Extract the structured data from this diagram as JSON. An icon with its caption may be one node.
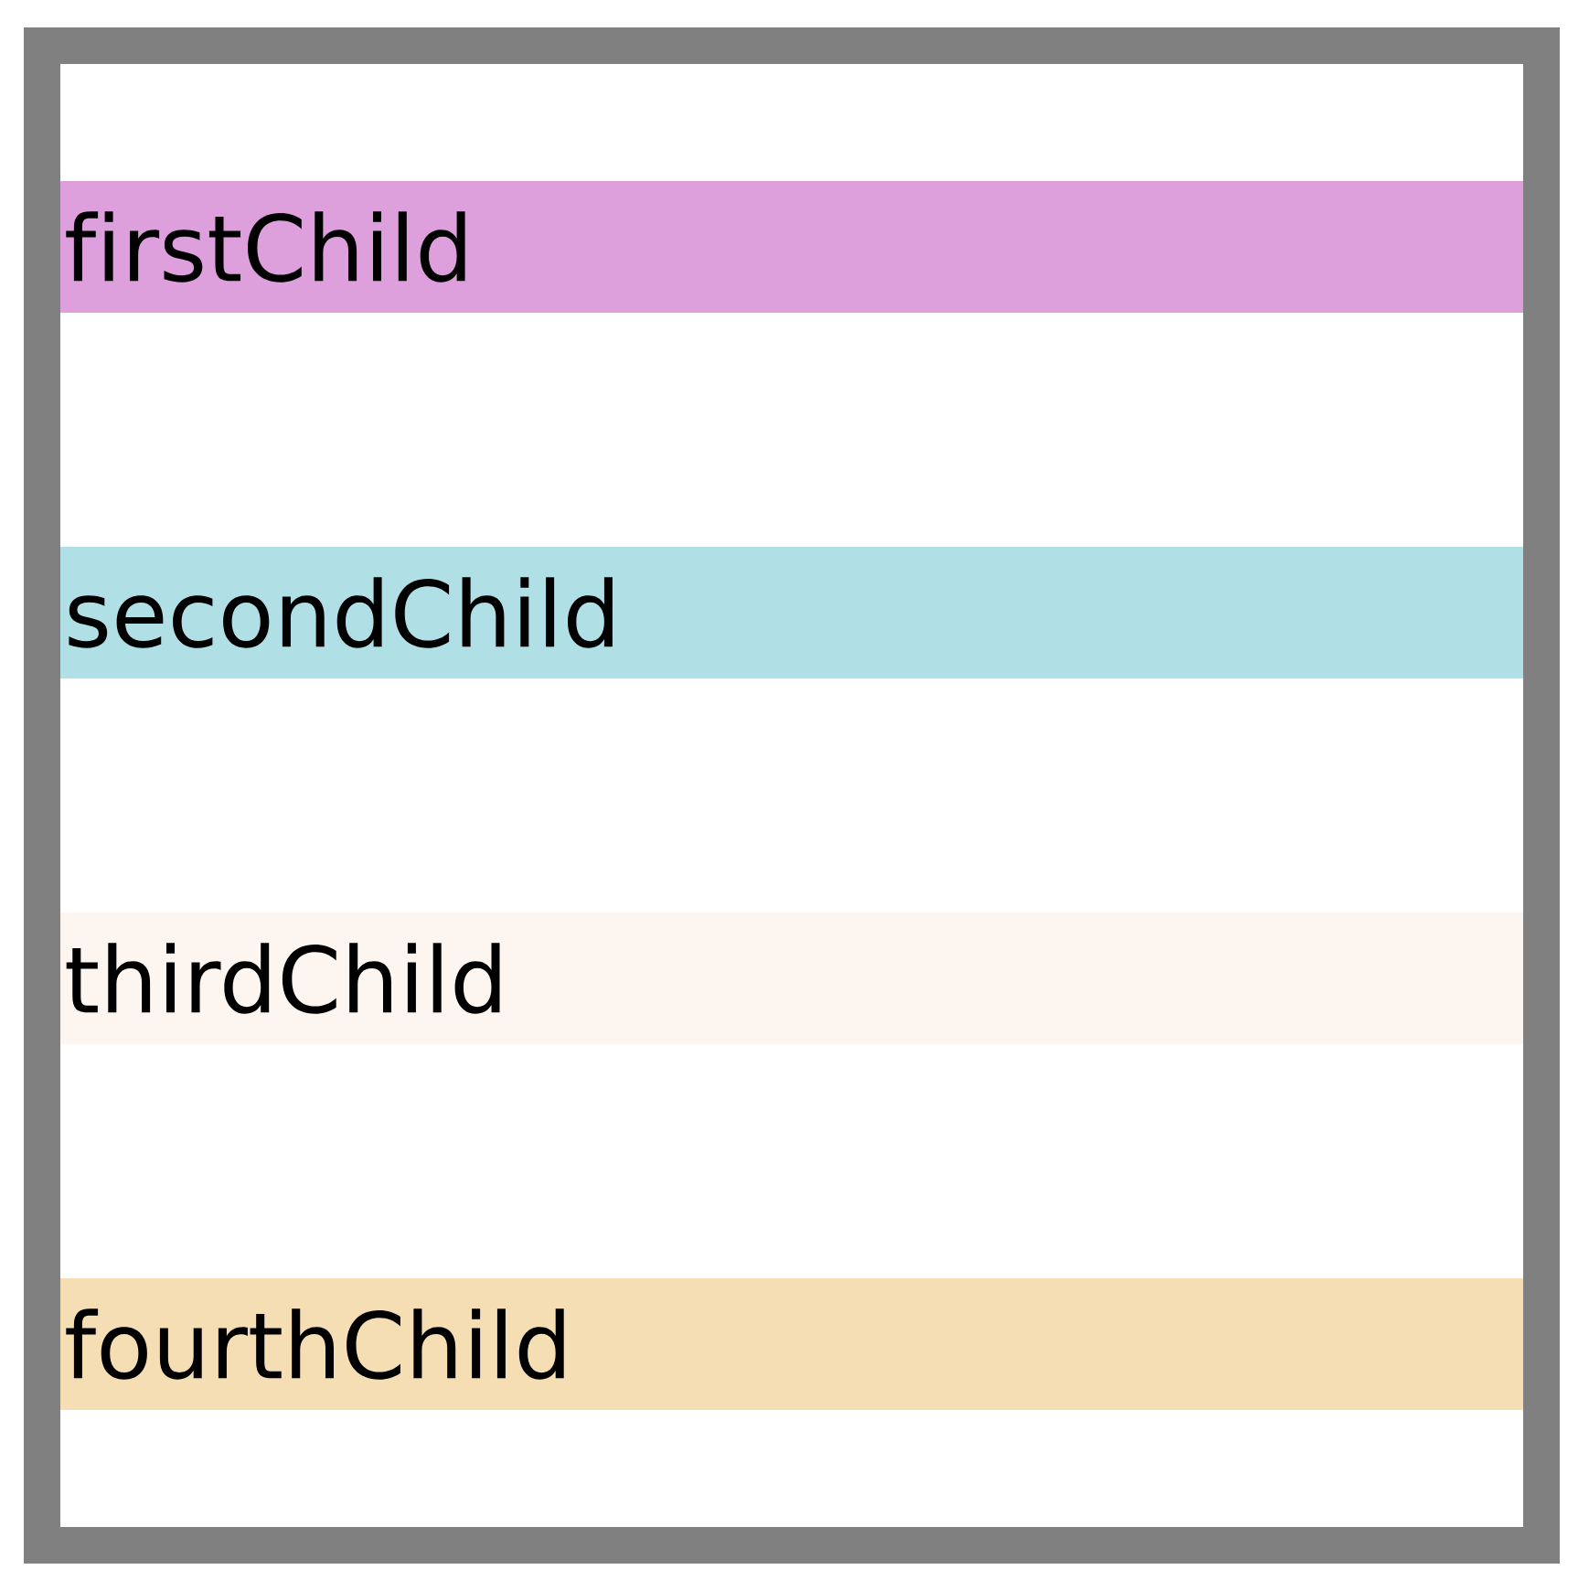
{
  "diagram": {
    "nodes": [
      {
        "text": [],
        "shape": "box"
      },
      {
        "text": [
          "firstChild"
        ],
        "in": 0
      },
      {
        "text": [
          "secondChild"
        ],
        "in": 0
      },
      {
        "text": [
          "thirdChild"
        ],
        "in": 0
      },
      {
        "text": [
          "fourthChild"
        ],
        "in": 0
      }
    ]
  }
}
